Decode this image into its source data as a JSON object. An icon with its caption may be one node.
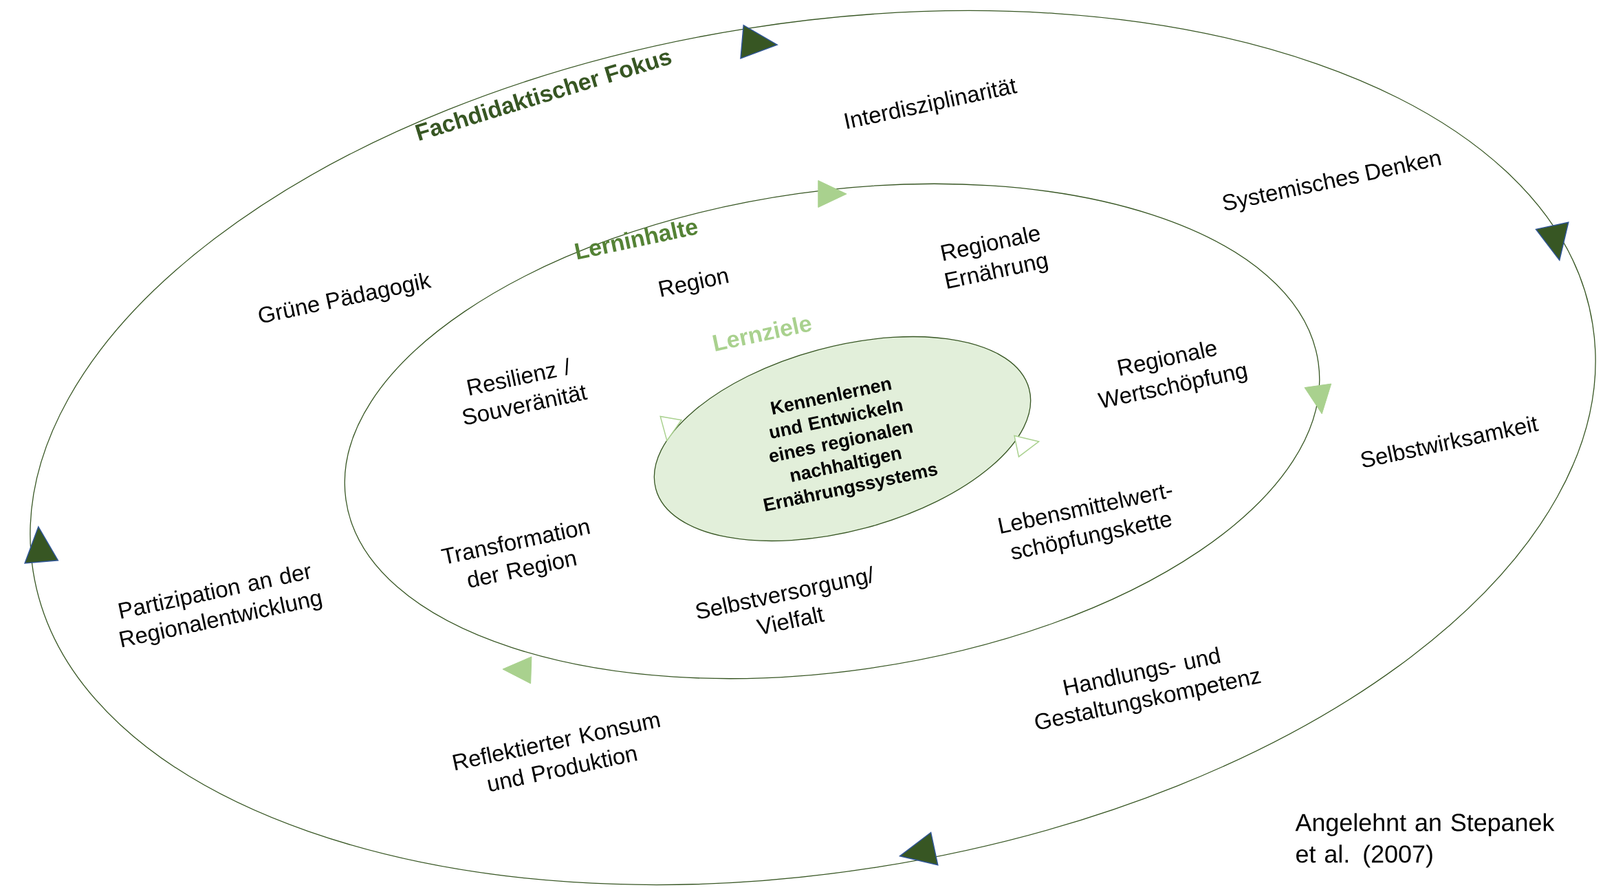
{
  "diagram": {
    "caption": "Angelehnt an Stepanek et al. (2007)",
    "nodes": [
      {
        "text": [
          "Fachdidaktischer Fokus"
        ]
      },
      {
        "text": [
          "Lerninhalte"
        ],
        "in": 0
      },
      {
        "text": [
          "Lernziele",
          "Kennenlernen und Entwickeln eines regionalen nachhaltigen Ernährungssystems"
        ],
        "in": 1
      }
    ],
    "labels": [
      "Interdisziplinarität",
      "Systemisches Denken",
      "Grüne Pädagogik",
      "Region",
      "Regionale Ernährung",
      "Resilienz / Souveränität",
      "Regionale Wertschöpfung",
      "Selbstwirksamkeit",
      "Transformation der Region",
      "Lebensmittelwert- schöpfungskette",
      "Partizipation an der Regionalentwicklung",
      "Selbstversorgung/ Vielfalt",
      "Handlungs- und Gestaltungskompetenz",
      "Reflektierter Konsum und Produktion"
    ]
  }
}
